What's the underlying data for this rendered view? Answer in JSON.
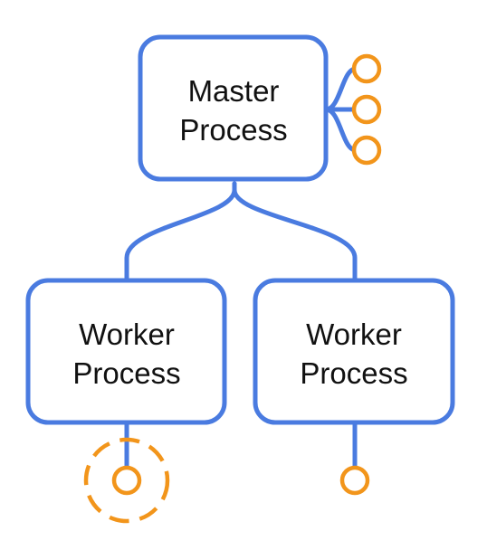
{
  "master": {
    "line1": "Master",
    "line2": "Process"
  },
  "workers": [
    {
      "line1": "Worker",
      "line2": "Process"
    },
    {
      "line1": "Worker",
      "line2": "Process"
    }
  ],
  "colors": {
    "box_stroke": "#4a7be0",
    "port_stroke": "#f2951b",
    "text": "#111111",
    "background": "#ffffff"
  }
}
